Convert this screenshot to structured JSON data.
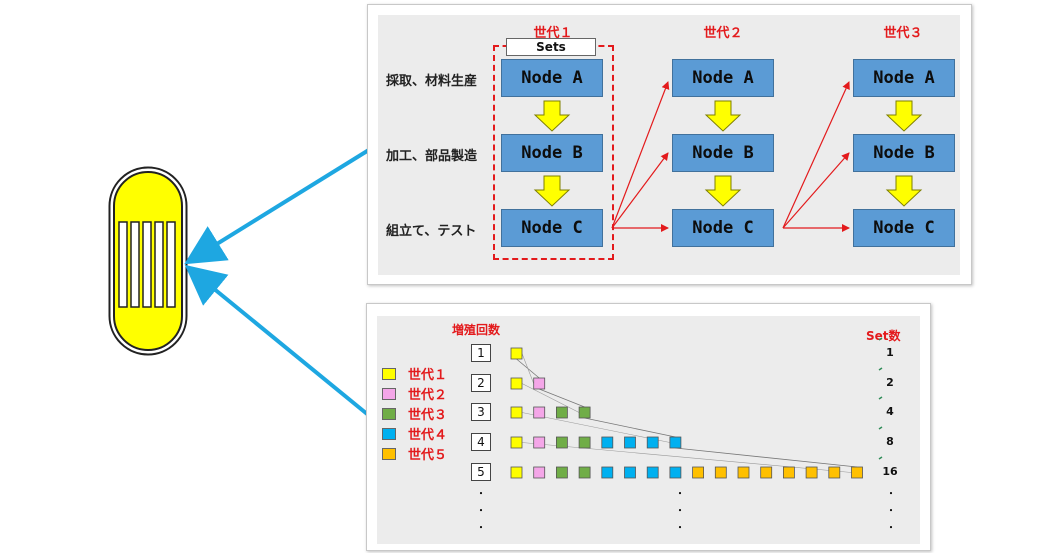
{
  "top_diagram": {
    "stages": [
      "採取、材料生産",
      "加工、部品製造",
      "組立て、テスト"
    ],
    "generations": [
      "世代１",
      "世代２",
      "世代３"
    ],
    "nodes": [
      "Node A",
      "Node B",
      "Node C"
    ],
    "sets_label": "Sets"
  },
  "bottom_diagram": {
    "title": "増殖回数",
    "set_count_header": "Set数",
    "legend": [
      {
        "label": "世代１",
        "color": "#ffff00"
      },
      {
        "label": "世代２",
        "color": "#f4a6e8"
      },
      {
        "label": "世代３",
        "color": "#70ad47"
      },
      {
        "label": "世代４",
        "color": "#00b0f0"
      },
      {
        "label": "世代５",
        "color": "#ffc000"
      }
    ],
    "rows": [
      {
        "n": "1",
        "count": "1"
      },
      {
        "n": "2",
        "count": "2"
      },
      {
        "n": "3",
        "count": "4"
      },
      {
        "n": "4",
        "count": "8"
      },
      {
        "n": "5",
        "count": "16"
      }
    ],
    "ellipsis": "・"
  },
  "colors": {
    "node_fill": "#5b9bd5",
    "highlight": "#e31a1c",
    "arrow_blue": "#1ea7e1",
    "product_fill": "#ffff00"
  }
}
